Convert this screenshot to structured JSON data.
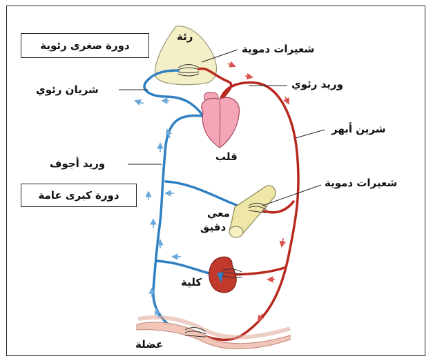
{
  "circulation_types": {
    "pulmonary": "دورة صغرى رئوية",
    "systemic": "دورة كبرى عامة"
  },
  "labels": {
    "lung": "رئة",
    "capillaries_top": "شعيرات دموية",
    "pulmonary_vein": "وريد رئوي",
    "pulmonary_artery": "شريان رئوي",
    "aorta": "شرين أبهر",
    "heart": "قلب",
    "vena_cava": "وريد أجوف",
    "capillaries_mid": "شعيرات دموية",
    "small_intestine_1": "معي",
    "small_intestine_2": "دقيق",
    "kidney": "كلية",
    "muscle": "عضلة"
  },
  "colors": {
    "oxygenated": "#c0392b",
    "deoxygenated": "#2f7fc1",
    "arrow_blue": "#6aa8dc",
    "arrow_red": "#d9534f",
    "lung_fill": "#f3efc6",
    "heart_fill": "#f4a6b8",
    "intestine_fill": "#efe7a8",
    "kidney_fill": "#c0392b",
    "muscle_fill": "#f1c6b8"
  }
}
